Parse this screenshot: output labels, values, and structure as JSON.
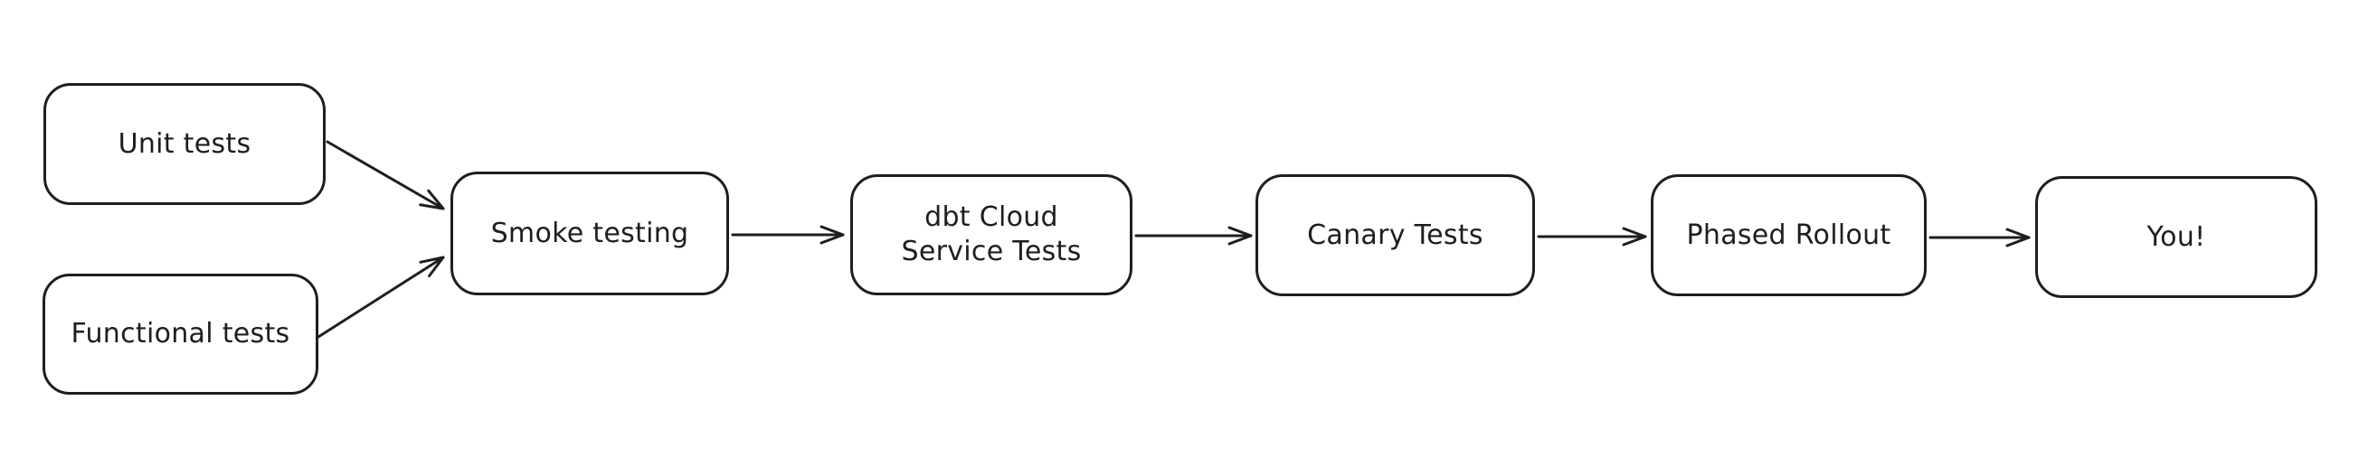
{
  "diagram": {
    "type": "flowchart",
    "background_color": "#ffffff",
    "stroke_color": "#1e1e1e",
    "nodes": [
      {
        "id": "unit-tests",
        "label": "Unit tests"
      },
      {
        "id": "functional-tests",
        "label": "Functional tests"
      },
      {
        "id": "smoke-testing",
        "label": "Smoke testing"
      },
      {
        "id": "dbt-cloud-service-tests",
        "label": "dbt Cloud Service Tests",
        "label_lines": [
          "dbt Cloud",
          "Service Tests"
        ]
      },
      {
        "id": "canary-tests",
        "label": "Canary Tests"
      },
      {
        "id": "phased-rollout",
        "label": "Phased Rollout"
      },
      {
        "id": "you",
        "label": "You!"
      }
    ],
    "edges": [
      {
        "from": "unit-tests",
        "to": "smoke-testing"
      },
      {
        "from": "functional-tests",
        "to": "smoke-testing"
      },
      {
        "from": "smoke-testing",
        "to": "dbt-cloud-service-tests"
      },
      {
        "from": "dbt-cloud-service-tests",
        "to": "canary-tests"
      },
      {
        "from": "canary-tests",
        "to": "phased-rollout"
      },
      {
        "from": "phased-rollout",
        "to": "you"
      }
    ]
  }
}
